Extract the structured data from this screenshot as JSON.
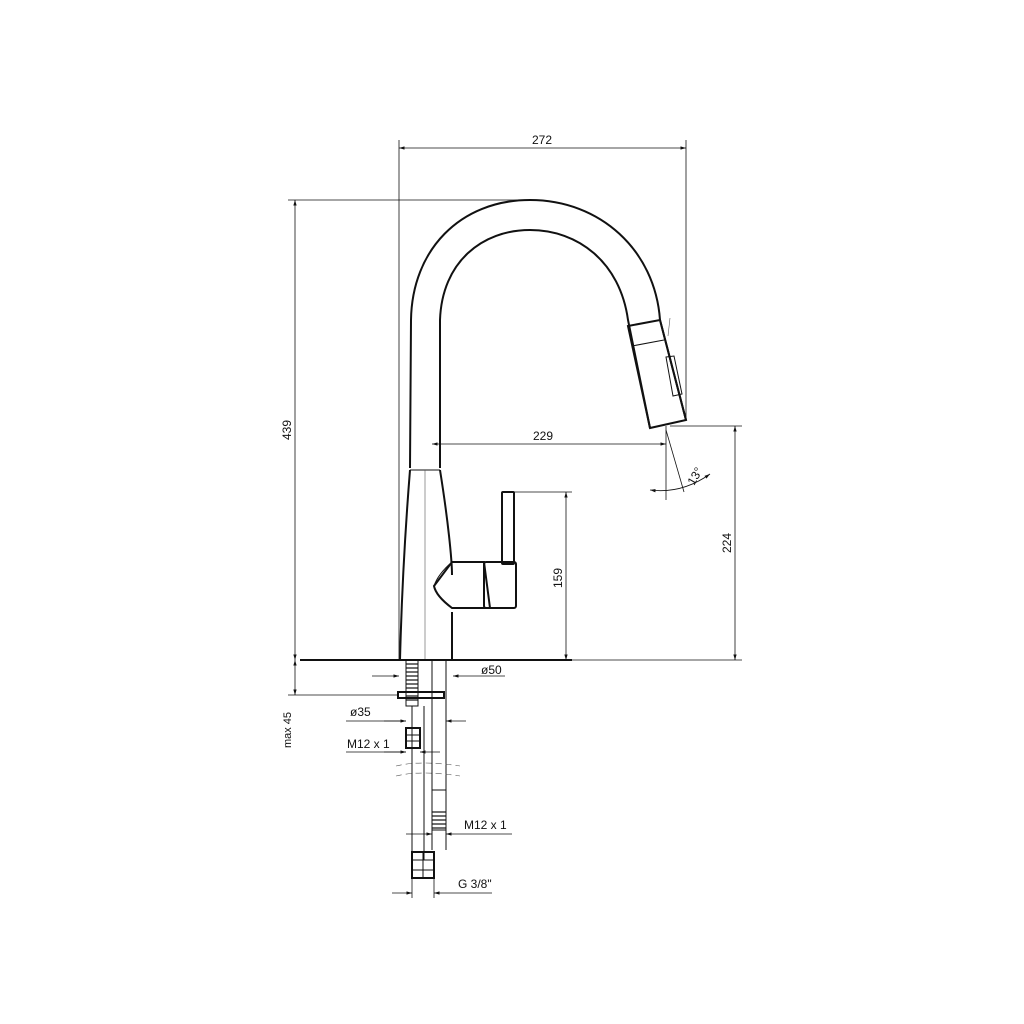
{
  "dimensions": {
    "width_total": "272",
    "height_total": "439",
    "reach": "229",
    "angle": "13°",
    "spout_height": "224",
    "handle_height": "159",
    "base_diameter": "ø50",
    "max_deck": "max 45",
    "hole_diameter": "ø35",
    "thread_top": "M12 x 1",
    "thread_hose": "M12 x 1",
    "connection": "G 3/8\""
  }
}
